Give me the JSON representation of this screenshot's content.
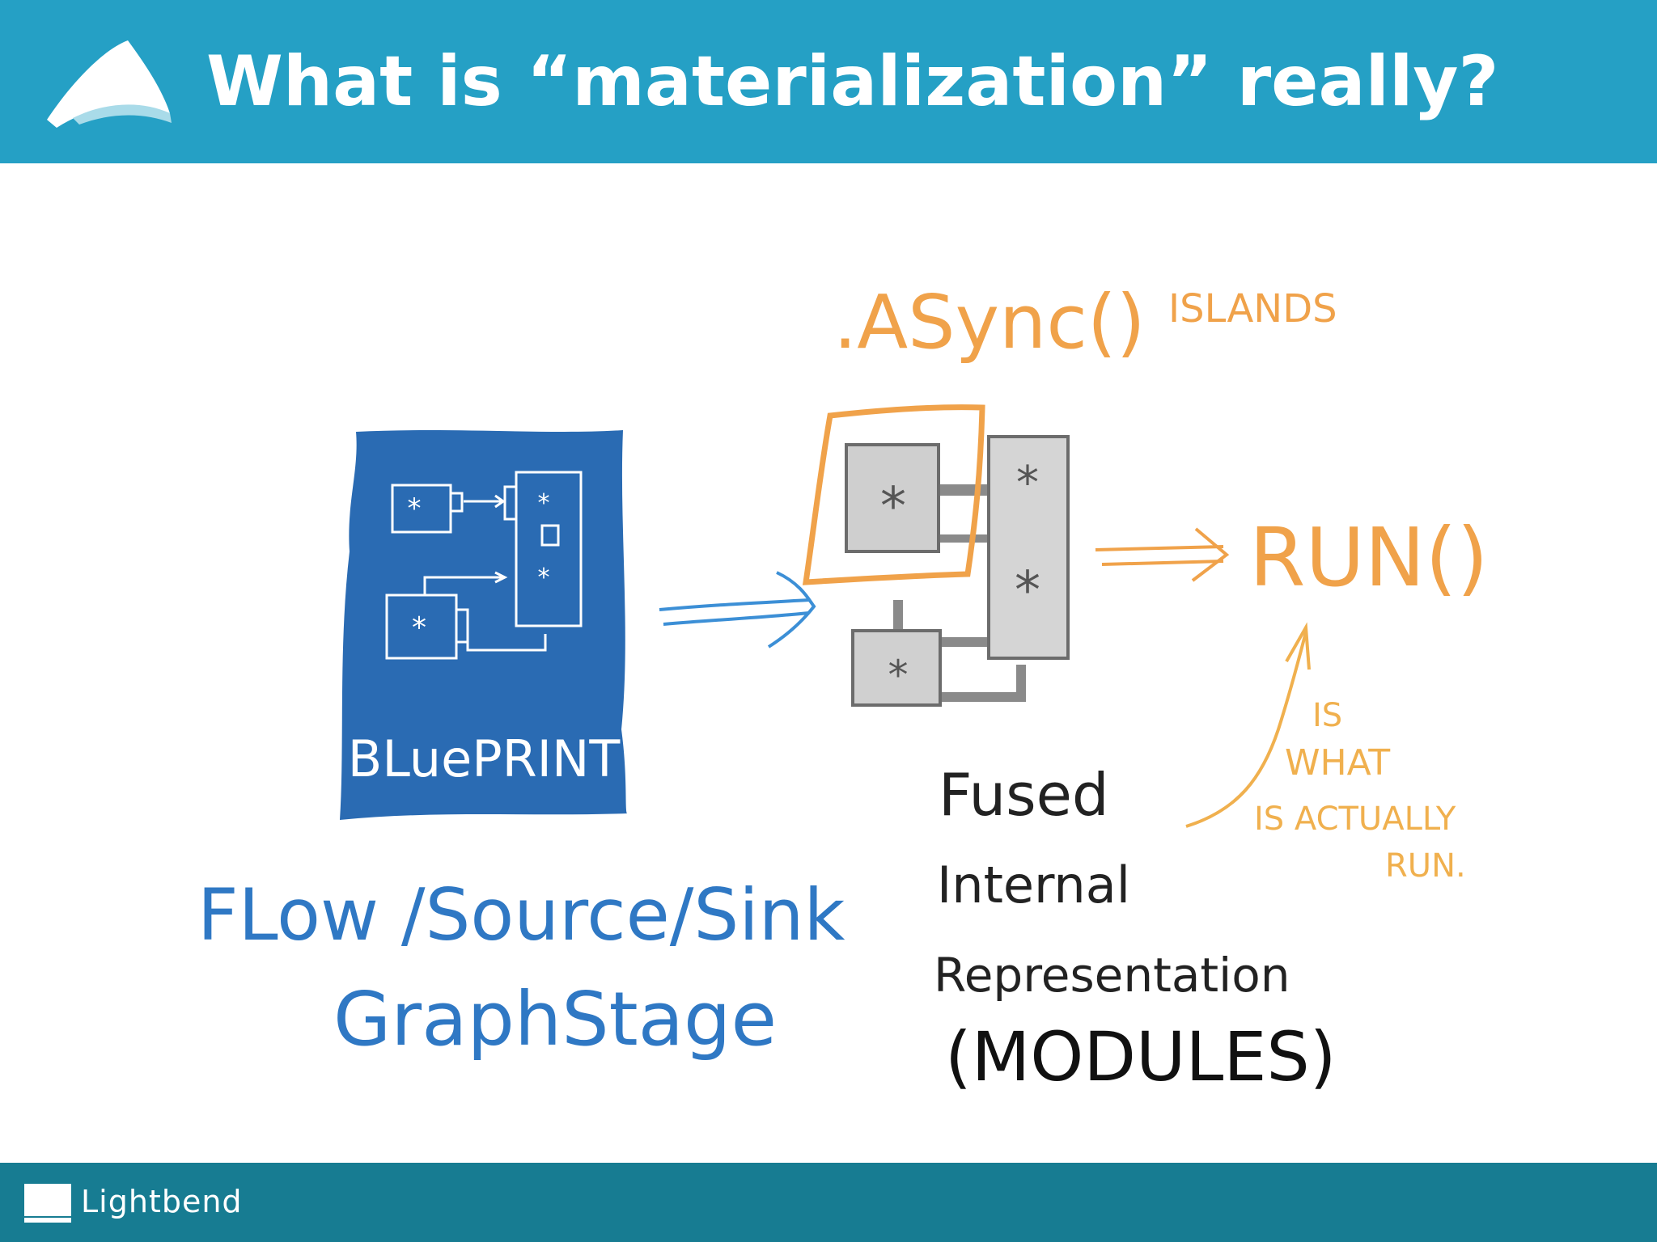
{
  "slide": {
    "title": "What is “materialization” really?"
  },
  "footer": {
    "brand": "Lightbend"
  },
  "diagram": {
    "blueprint_label": "BLuePRINT",
    "blueprint_caption_line1": "FLow /Source/Sink",
    "blueprint_caption_line2": "GraphStage",
    "async_label": ".ASync()",
    "islands_label": "ISLANDS",
    "run_label": "RUN()",
    "note_line1": "IS",
    "note_line2": "WHAT",
    "note_line3": "IS ACTUALLY",
    "note_line4": "RUN.",
    "fused_line1": "Fused",
    "fused_line2": "Internal",
    "fused_line3": "Representation",
    "fused_line4": "(MODULES)"
  },
  "colors": {
    "header_bg": "#25a0c5",
    "footer_bg": "#177c92",
    "blueprint_blue": "#2a6bb3",
    "caption_blue": "#2f78c4",
    "orange": "#f0a24a",
    "note_orange": "#f0b04e",
    "module_gray": "#9a9a9a"
  }
}
